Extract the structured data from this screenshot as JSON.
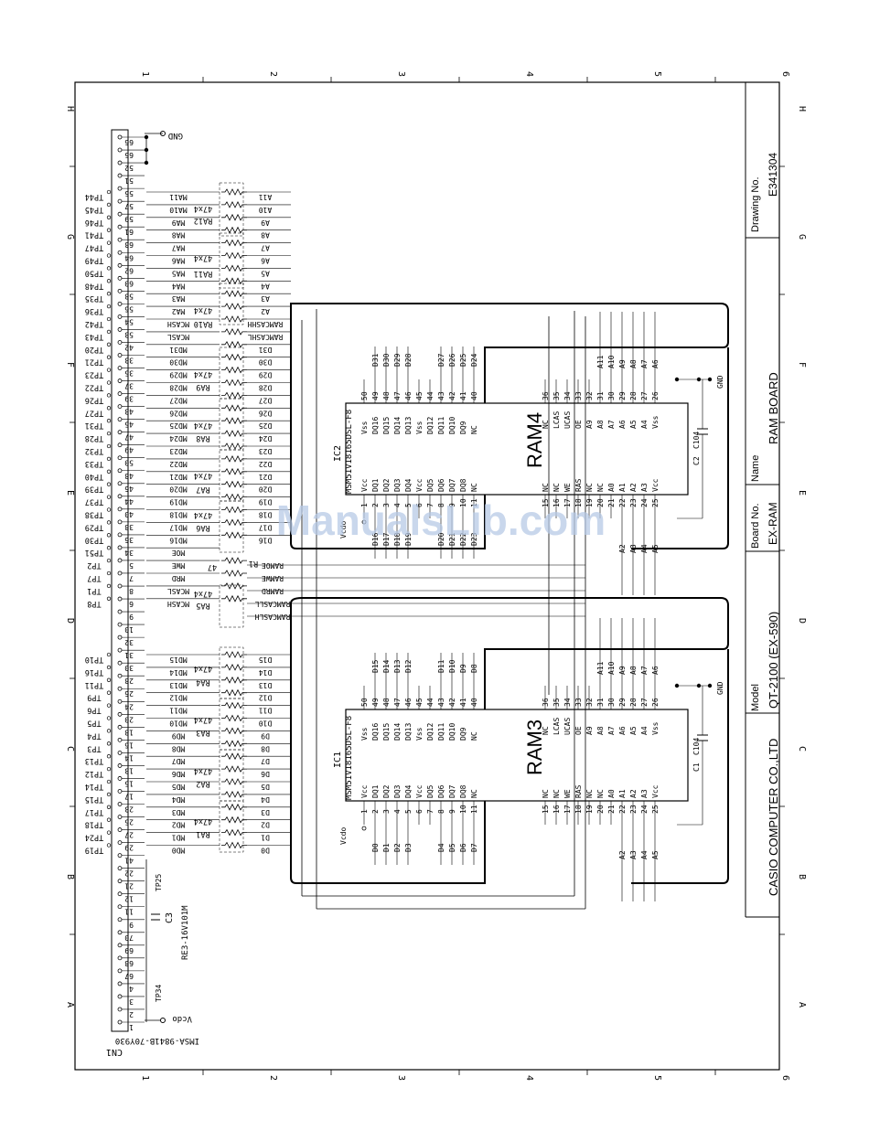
{
  "border": {
    "top_numbers": [
      "1",
      "2",
      "3",
      "4",
      "5",
      "6"
    ],
    "bottom_numbers": [
      "1",
      "2",
      "3",
      "4",
      "5",
      "6"
    ],
    "left_letters": [
      "H",
      "G",
      "F",
      "E",
      "D",
      "C",
      "B",
      "A"
    ],
    "right_letters": [
      "H",
      "G",
      "F",
      "E",
      "D",
      "C",
      "B",
      "A"
    ]
  },
  "title_block": {
    "company": "CASIO COMPUTER CO.,LTD",
    "model_label": "Model",
    "model_value": "QT-2100 (EX-590)",
    "board_label": "Board No.",
    "board_value": "EX-RAM",
    "name_label": "Name",
    "name_value": "RAM BOARD",
    "drawing_label": "Drawing No.",
    "drawing_value": "E341304"
  },
  "watermark": "ManualsLib.com",
  "connector": {
    "ref": "CN1",
    "part": "IMSA-9841B-70Y930",
    "gnd_label": "GND",
    "vcc_label": "Vcdo",
    "pins_top": [
      "66",
      "65",
      "52",
      "51",
      "55",
      "57",
      "59",
      "61",
      "63",
      "64",
      "62",
      "60",
      "58",
      "56",
      "54",
      "53",
      "42",
      "33",
      "35",
      "37",
      "39",
      "43",
      "45",
      "47",
      "49",
      "50",
      "48",
      "46",
      "44",
      "40",
      "38",
      "36",
      "34",
      "5",
      "7",
      "8",
      "6",
      "9",
      "10",
      "32",
      "31",
      "30",
      "28",
      "26",
      "24",
      "20",
      "18",
      "16",
      "14",
      "13",
      "15",
      "17",
      "23",
      "25",
      "27",
      "29",
      "41",
      "22",
      "21",
      "12",
      "11",
      "9",
      "70",
      "69",
      "68",
      "67",
      "4",
      "3",
      "2",
      "1"
    ],
    "testpoints_upper": [
      "TP44",
      "TP45",
      "TP46",
      "TP41",
      "TP47",
      "TP49",
      "TP50",
      "TP48",
      "TP35",
      "TP36",
      "TP42",
      "TP43",
      "TP20",
      "TP21",
      "TP23",
      "TP22",
      "TP26",
      "TP27",
      "TP31",
      "TP28",
      "TP32",
      "TP33",
      "TP40",
      "TP39",
      "TP37",
      "TP38",
      "TP29",
      "TP30",
      "TP51",
      "TP2",
      "TP7",
      "TP1",
      "TP8"
    ],
    "testpoints_lower": [
      "TP10",
      "TP16",
      "TP11",
      "TP9",
      "TP6",
      "TP5",
      "TP4",
      "TP3",
      "TP13",
      "TP12",
      "TP14",
      "TP15",
      "TP17",
      "TP18",
      "TP24",
      "TP19"
    ],
    "signals_upper": [
      "MA11",
      "MA10",
      "MA9",
      "MA8",
      "MA7",
      "MA6",
      "MA5",
      "MA4",
      "MA3",
      "MA2",
      "MCASH",
      "MCASL",
      "MD31",
      "MD30",
      "MD29",
      "MD28",
      "MD27",
      "MD26",
      "MD25",
      "MD24",
      "MD23",
      "MD22",
      "MD21",
      "MD20",
      "MD19",
      "MD18",
      "MD17",
      "MD16",
      "MOE",
      "MWE",
      "MRD",
      "MCASL",
      "MCASH"
    ],
    "signals_lower": [
      "MD15",
      "MD14",
      "MD13",
      "MD12",
      "MD11",
      "MD10",
      "MD9",
      "MD8",
      "MD7",
      "MD6",
      "MD5",
      "MD4",
      "MD3",
      "MD2",
      "MD1",
      "MD0"
    ],
    "tp25": "TP25",
    "tp34": "TP34"
  },
  "capacitor_c3": {
    "ref": "C3",
    "part": "RE3-16V101M"
  },
  "resistor_arrays": {
    "ra12": "RA12",
    "ra11": "RA11",
    "ra10": "RA10",
    "ra9": "RA9",
    "ra8": "RA8",
    "ra7": "RA7",
    "ra6": "RA6",
    "ra5": "RA5",
    "ra4": "RA4",
    "ra3": "RA3",
    "ra2": "RA2",
    "ra1": "RA1",
    "value": "47x4",
    "r1": "R1",
    "r1_value": "47"
  },
  "nets_upper": [
    "A11",
    "A10",
    "A9",
    "A8",
    "A7",
    "A6",
    "A5",
    "A4",
    "A3",
    "A2",
    "RAMCASHH",
    "RAMCASHL",
    "D31",
    "D30",
    "D29",
    "D28",
    "D27",
    "D26",
    "D25",
    "D24",
    "D23",
    "D22",
    "D21",
    "D20",
    "D19",
    "D18",
    "D17",
    "D16"
  ],
  "nets_mid": [
    "RAMOE",
    "RAMWE",
    "RAMRD",
    "RAMCASLL",
    "RAMCASLH"
  ],
  "nets_lower": [
    "D15",
    "D14",
    "D13",
    "D12",
    "D11",
    "D10",
    "D9",
    "D8",
    "D7",
    "D6",
    "D5",
    "D4",
    "D3",
    "D2",
    "D1",
    "D0"
  ],
  "ram4": {
    "name": "RAM4",
    "ic": "IC2",
    "part": "MSM51V18165DSL-F8",
    "vcc_net": "Vcdo",
    "gnd": "GND",
    "cap": "C2",
    "cap_value": "C104",
    "top_pins": [
      "50",
      "49",
      "48",
      "47",
      "46",
      "45",
      "44",
      "43",
      "42",
      "41",
      "40"
    ],
    "top_names": [
      "Vss",
      "DQ16",
      "DQ15",
      "DQ14",
      "DQ13",
      "Vss",
      "DQ12",
      "DQ11",
      "DQ10",
      "DQ9",
      "NC"
    ],
    "top_nets": [
      "D31",
      "D30",
      "D29",
      "D28",
      "D27",
      "D26",
      "D25",
      "D24"
    ],
    "bottom_pins": [
      "1",
      "2",
      "3",
      "4",
      "5",
      "6",
      "7",
      "8",
      "9",
      "10",
      "11"
    ],
    "bottom_names": [
      "Vcc",
      "DQ1",
      "DQ2",
      "DQ3",
      "DQ4",
      "Vcc",
      "DQ5",
      "DQ6",
      "DQ7",
      "DQ8",
      "NC"
    ],
    "bottom_nets": [
      "D16",
      "D17",
      "D18",
      "D19",
      "D20",
      "D21",
      "D22",
      "D23"
    ],
    "right_top_pins": [
      "36",
      "35",
      "34",
      "33",
      "32",
      "31",
      "30",
      "29",
      "28",
      "27",
      "26"
    ],
    "right_top_names": [
      "NC",
      "LCAS",
      "UCAS",
      "OE",
      "A9",
      "A8",
      "A7",
      "A6",
      "A5",
      "A4",
      "Vss"
    ],
    "right_bottom_pins": [
      "15",
      "16",
      "17",
      "18",
      "19",
      "20",
      "21",
      "22",
      "23",
      "24",
      "25"
    ],
    "right_bottom_names": [
      "NC",
      "NC",
      "WE",
      "RAS",
      "NC",
      "NC",
      "A0",
      "A1",
      "A2",
      "A3",
      "Vcc"
    ],
    "addr_top": [
      "A11",
      "A10",
      "A9",
      "A8",
      "A7",
      "A6"
    ],
    "addr_bottom": [
      "A2",
      "A3",
      "A4",
      "A5"
    ]
  },
  "ram3": {
    "name": "RAM3",
    "ic": "IC1",
    "part": "MSM51V18165DSL-F8",
    "vcc_net": "Vcdo",
    "gnd": "GND",
    "cap": "C1",
    "cap_value": "C104",
    "top_pins": [
      "50",
      "49",
      "48",
      "47",
      "46",
      "45",
      "44",
      "43",
      "42",
      "41",
      "40"
    ],
    "top_names": [
      "Vss",
      "DQ16",
      "DQ15",
      "DQ14",
      "DQ13",
      "Vss",
      "DQ12",
      "DQ11",
      "DQ10",
      "DQ9",
      "NC"
    ],
    "top_nets": [
      "D15",
      "D14",
      "D13",
      "D12",
      "D11",
      "D10",
      "D9",
      "D8"
    ],
    "bottom_pins": [
      "1",
      "2",
      "3",
      "4",
      "5",
      "6",
      "7",
      "8",
      "9",
      "10",
      "11"
    ],
    "bottom_names": [
      "Vcc",
      "DQ1",
      "DQ2",
      "DQ3",
      "DQ4",
      "Vcc",
      "DQ5",
      "DQ6",
      "DQ7",
      "DQ8",
      "NC"
    ],
    "bottom_nets": [
      "D0",
      "D1",
      "D2",
      "D3",
      "D4",
      "D5",
      "D6",
      "D7"
    ],
    "right_top_pins": [
      "36",
      "35",
      "34",
      "33",
      "32",
      "31",
      "30",
      "29",
      "28",
      "27",
      "26"
    ],
    "right_top_names": [
      "NC",
      "LCAS",
      "UCAS",
      "OE",
      "A9",
      "A8",
      "A7",
      "A6",
      "A5",
      "A4",
      "Vss"
    ],
    "right_bottom_pins": [
      "15",
      "16",
      "17",
      "18",
      "19",
      "20",
      "21",
      "22",
      "23",
      "24",
      "25"
    ],
    "right_bottom_names": [
      "NC",
      "NC",
      "WE",
      "RAS",
      "NC",
      "NC",
      "A0",
      "A1",
      "A2",
      "A3",
      "Vcc"
    ],
    "addr_top": [
      "A11",
      "A10",
      "A9",
      "A8",
      "A7",
      "A6"
    ],
    "addr_bottom": [
      "A2",
      "A3",
      "A4",
      "A5"
    ]
  }
}
